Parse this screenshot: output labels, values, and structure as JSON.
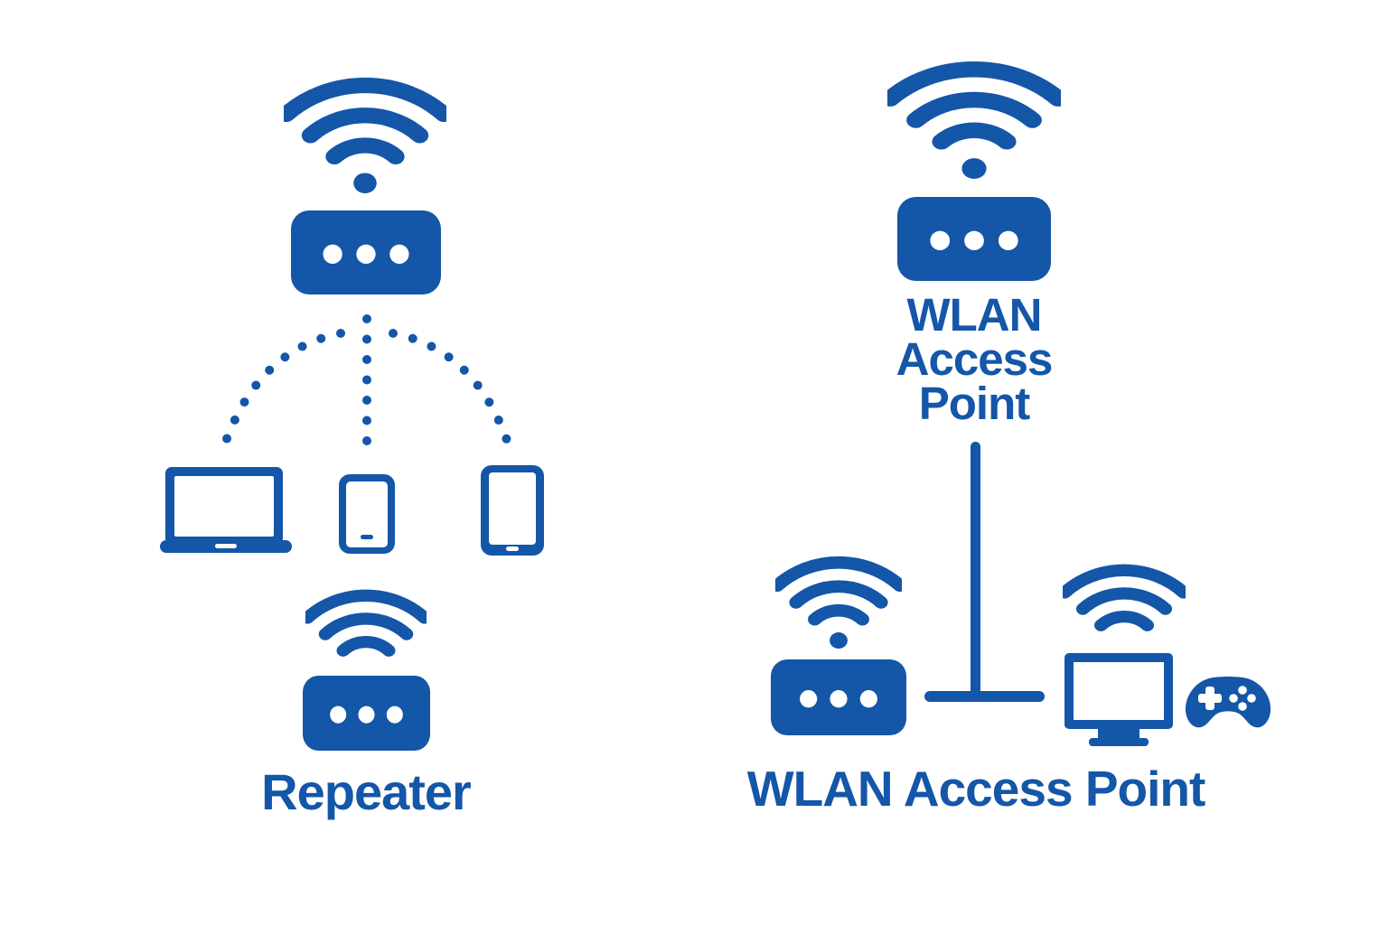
{
  "colors": {
    "primary": "#1456A8",
    "background": "#ffffff"
  },
  "left_diagram": {
    "label": "Repeater",
    "icons": [
      "wifi-signal-icon",
      "router-icon",
      "laptop-icon",
      "smartphone-icon",
      "tablet-icon",
      "wifi-signal-icon",
      "router-icon"
    ],
    "connection_style": "dotted arcs from repeater router to laptop, smartphone and tablet"
  },
  "right_diagram": {
    "top_label_lines": [
      "WLAN",
      "Access",
      "Point"
    ],
    "bottom_label": "WLAN Access Point",
    "icons": [
      "wifi-signal-icon",
      "router-icon",
      "wifi-signal-icon",
      "router-icon",
      "wifi-signal-icon",
      "monitor-icon",
      "gamepad-icon"
    ],
    "connection_style": "solid T-shaped line linking access point, router and monitor"
  }
}
